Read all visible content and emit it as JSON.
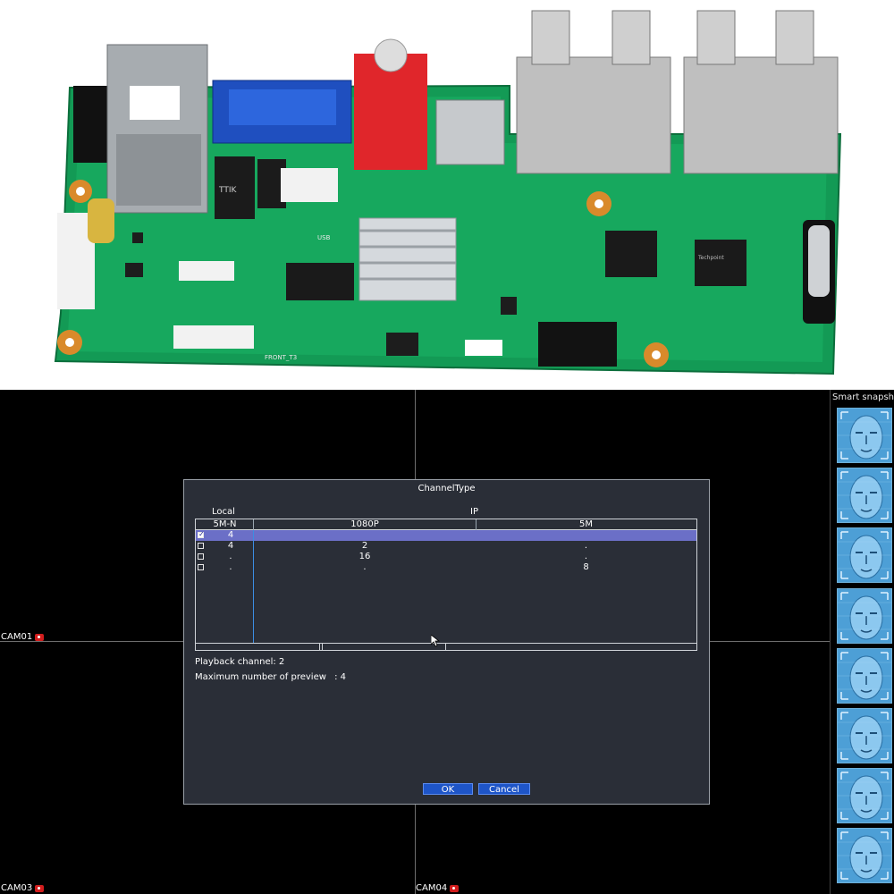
{
  "board": {
    "silkscreen_usb": "USB",
    "silkscreen_front": "FRONT_T3",
    "chip_label_1": "TTIK",
    "chip_label_2": "Techpoint"
  },
  "cameras": {
    "cam01": "CAM01",
    "cam03": "CAM03",
    "cam04": "CAM04"
  },
  "snapshot_panel": {
    "title": "Smart snapshc"
  },
  "dialog": {
    "title": "ChannelType",
    "group_local": "Local",
    "group_ip": "IP",
    "columns": [
      "5M-N",
      "1080P",
      "5M"
    ],
    "rows": [
      {
        "checked": true,
        "selected": true,
        "local": "4",
        "p1080": "",
        "m5": ""
      },
      {
        "checked": false,
        "selected": false,
        "local": "4",
        "p1080": "2",
        "m5": "."
      },
      {
        "checked": false,
        "selected": false,
        "local": ".",
        "p1080": "16",
        "m5": "."
      },
      {
        "checked": false,
        "selected": false,
        "local": ".",
        "p1080": ".",
        "m5": "8"
      }
    ],
    "playback_label": "Playback channel: 2",
    "max_preview_label": "Maximum number of preview",
    "max_preview_value": ": 4",
    "ok_label": "OK",
    "cancel_label": "Cancel"
  }
}
